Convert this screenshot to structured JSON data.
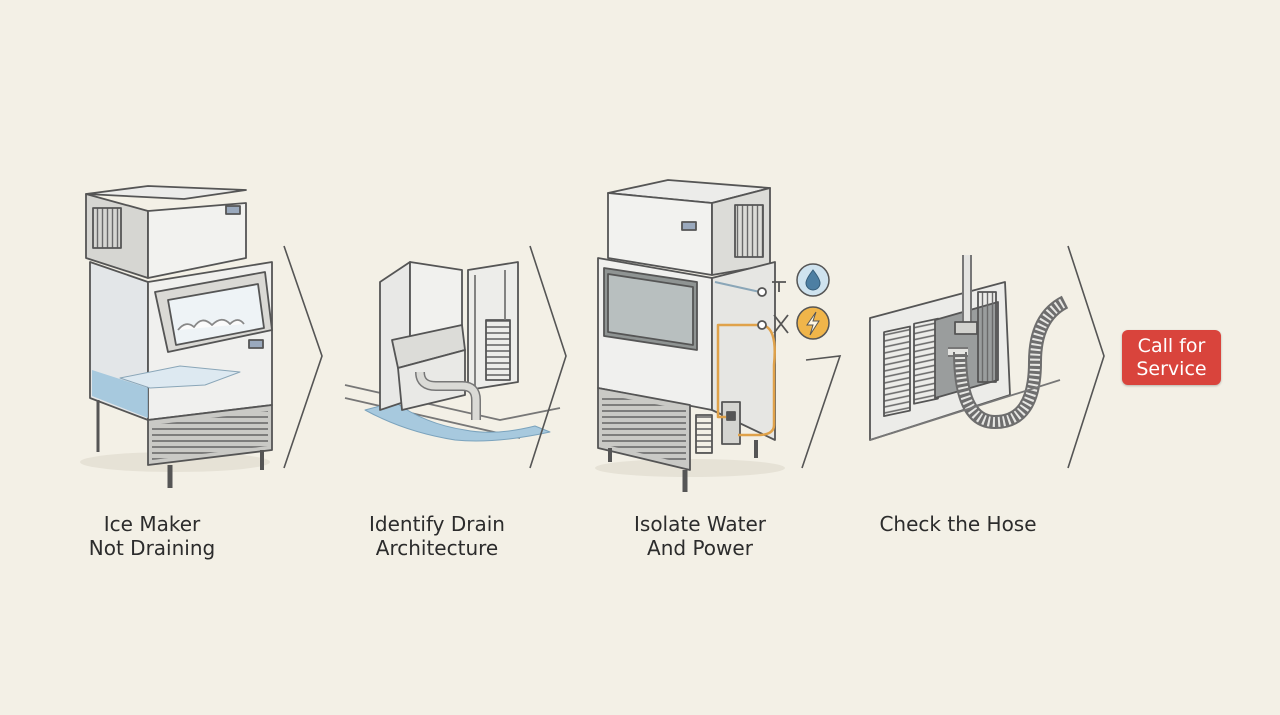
{
  "steps": [
    {
      "label": "Ice Maker\nNot Draining"
    },
    {
      "label": "Identify Drain\nArchitecture"
    },
    {
      "label": "Isolate Water\nAnd Power"
    },
    {
      "label": "Check the Hose"
    }
  ],
  "final_action": {
    "label": "Call for\nService"
  },
  "icons": [
    "water-drop-icon",
    "lightning-bolt-icon",
    "chevron-right-icon"
  ],
  "colors": {
    "background": "#f3f0e6",
    "line": "#555555",
    "water": "#9cc3dc",
    "water_badge": "#cfe3ef",
    "power_badge": "#f0b54a",
    "power_wire": "#e0a24a",
    "button": "#d9443c"
  }
}
